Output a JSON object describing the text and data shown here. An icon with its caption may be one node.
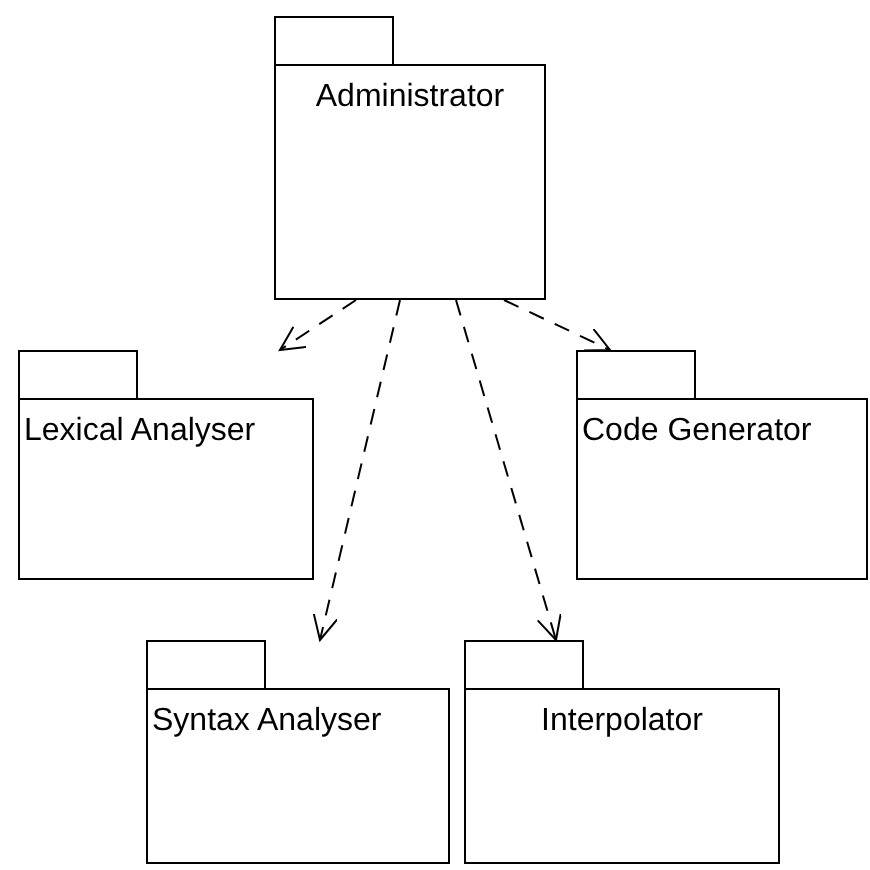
{
  "diagram": {
    "nodes": [
      {
        "text": [
          "Administrator"
        ]
      },
      {
        "text": [
          "Lexical Analyser"
        ]
      },
      {
        "text": [
          "Code Generator"
        ]
      },
      {
        "text": [
          "Syntax Analyser"
        ]
      },
      {
        "text": [
          "Interpolator"
        ]
      }
    ],
    "edges": [
      {
        "from": 0,
        "to": 1,
        "arrow": "to",
        "style": "dashed"
      },
      {
        "from": 0,
        "to": 3,
        "arrow": "to",
        "style": "dashed"
      },
      {
        "from": 0,
        "to": 4,
        "arrow": "to",
        "style": "dashed"
      },
      {
        "from": 0,
        "to": 2,
        "arrow": "to",
        "style": "dashed"
      }
    ]
  }
}
